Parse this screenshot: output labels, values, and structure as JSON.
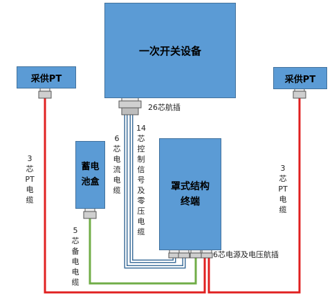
{
  "nodes": {
    "main": "一次开关设备",
    "pt_left": "采供PT",
    "pt_right": "采供PT",
    "battery": "蓄电池盒",
    "terminal": "罩式结构终端"
  },
  "labels": {
    "aviation_26": "26芯航插",
    "cable_14": "14芯控制信号及零压电缆",
    "cable_6_current": "6芯电流电缆",
    "pt_left_cable": "3芯PT电缆",
    "pt_right_cable": "3芯PT电缆",
    "battery_cable": "5芯备电电缆",
    "aviation_6": "6芯电源及电压航插"
  },
  "colors": {
    "box_fill": "#5b9bd5",
    "pt_cable": "#e02020",
    "battery_cable": "#70ad47",
    "signal_cable": "#5b9bd5"
  }
}
